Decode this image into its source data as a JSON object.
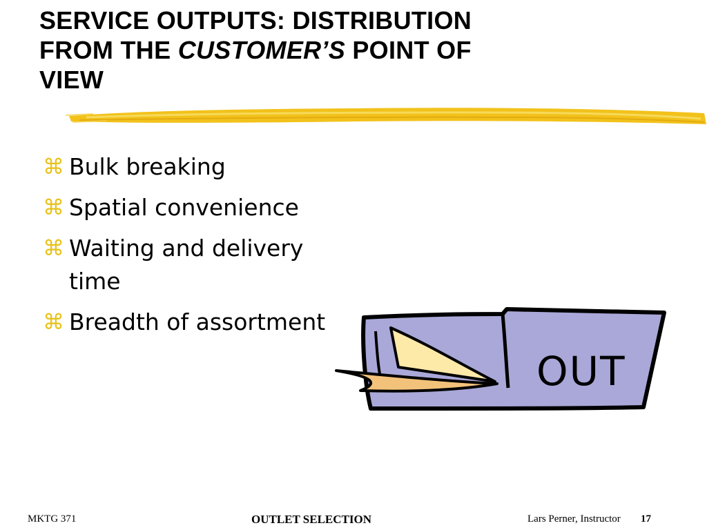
{
  "slide": {
    "title": {
      "line1": "SERVICE OUTPUTS:  DISTRIBUTION",
      "line2_pre": "FROM THE ",
      "line2_em": "CUSTOMER’S",
      "line2_post": " POINT OF",
      "line3": "VIEW"
    },
    "bullet_icon": "z-glyph-bullet",
    "bullets": [
      {
        "label": "Bulk breaking"
      },
      {
        "label": "Spatial convenience"
      },
      {
        "label": "Waiting and delivery time"
      },
      {
        "label": "Breadth of assortment"
      }
    ],
    "clipart": {
      "text": "OUT",
      "icon": "out-tray-icon",
      "colors": {
        "tray": "#a9a8d8",
        "paper": "#fde9a8",
        "paper_shadow": "#f3c27a",
        "outline": "#000000"
      }
    },
    "accent_color": "#f2c21b"
  },
  "footer": {
    "course": "MKTG 371",
    "topic": "OUTLET SELECTION",
    "instructor": "Lars Perner, Instructor",
    "page": "17"
  }
}
